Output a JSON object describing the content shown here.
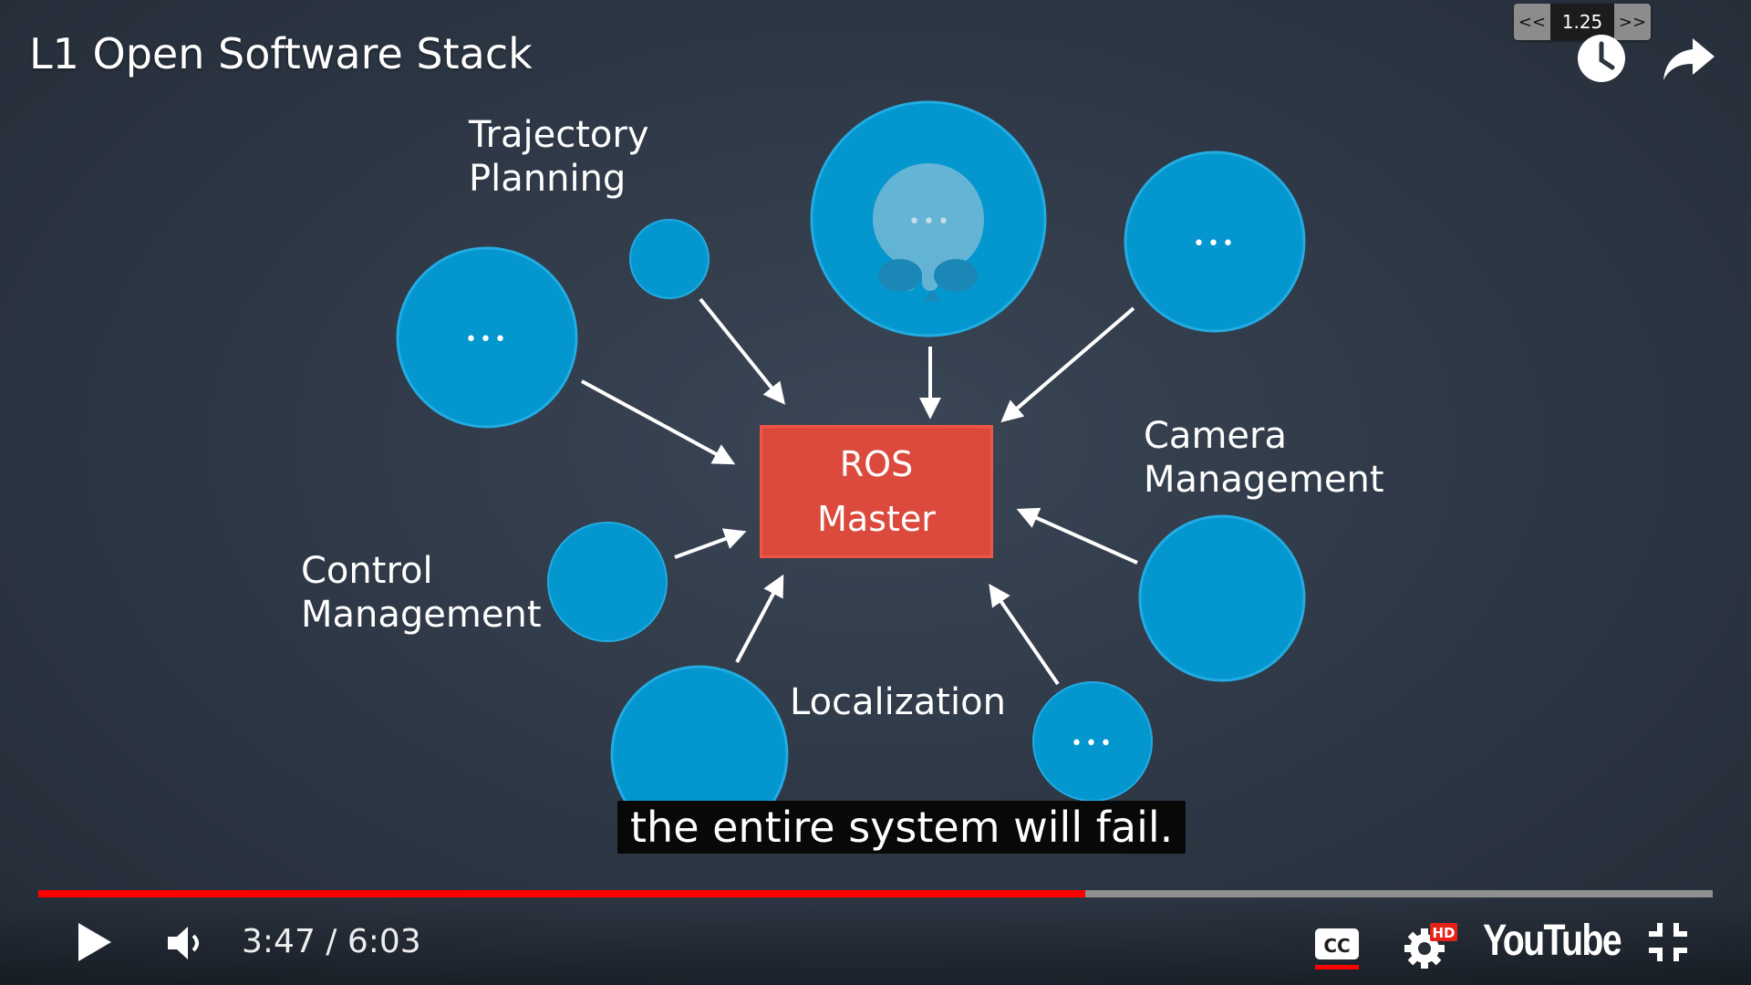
{
  "player": {
    "title": "L1 Open Software Stack",
    "speed": {
      "decrease_label": "<<",
      "value": "1.25",
      "increase_label": ">>"
    },
    "caption": "the entire system will fail.",
    "time": {
      "current": "3:47",
      "separator": " / ",
      "duration": "6:03"
    },
    "progress_fraction": 0.625,
    "hd_badge": "HD",
    "brand": "YouTube",
    "colors": {
      "progress_played": "#ff0000",
      "progress_track": "#909090"
    },
    "icons": {
      "watch_later": "clock-icon",
      "share": "share-arrow-icon",
      "play": "play-icon",
      "volume": "volume-icon",
      "captions": "cc-icon",
      "settings": "gear-icon",
      "exit_fullscreen": "exit-fullscreen-icon"
    }
  },
  "slide": {
    "center_box": {
      "line1": "ROS",
      "line2": "Master",
      "color": "#db4a3c"
    },
    "labels": {
      "trajectory_line1": "Trajectory",
      "trajectory_line2": "Planning",
      "camera_line1": "Camera",
      "camera_line2": "Management",
      "control_line1": "Control",
      "control_line2": "Management",
      "localization": "Localization"
    },
    "node_ellipsis": "•••",
    "node_color": "#0396cf",
    "overlay_icon": "skull-icon"
  }
}
